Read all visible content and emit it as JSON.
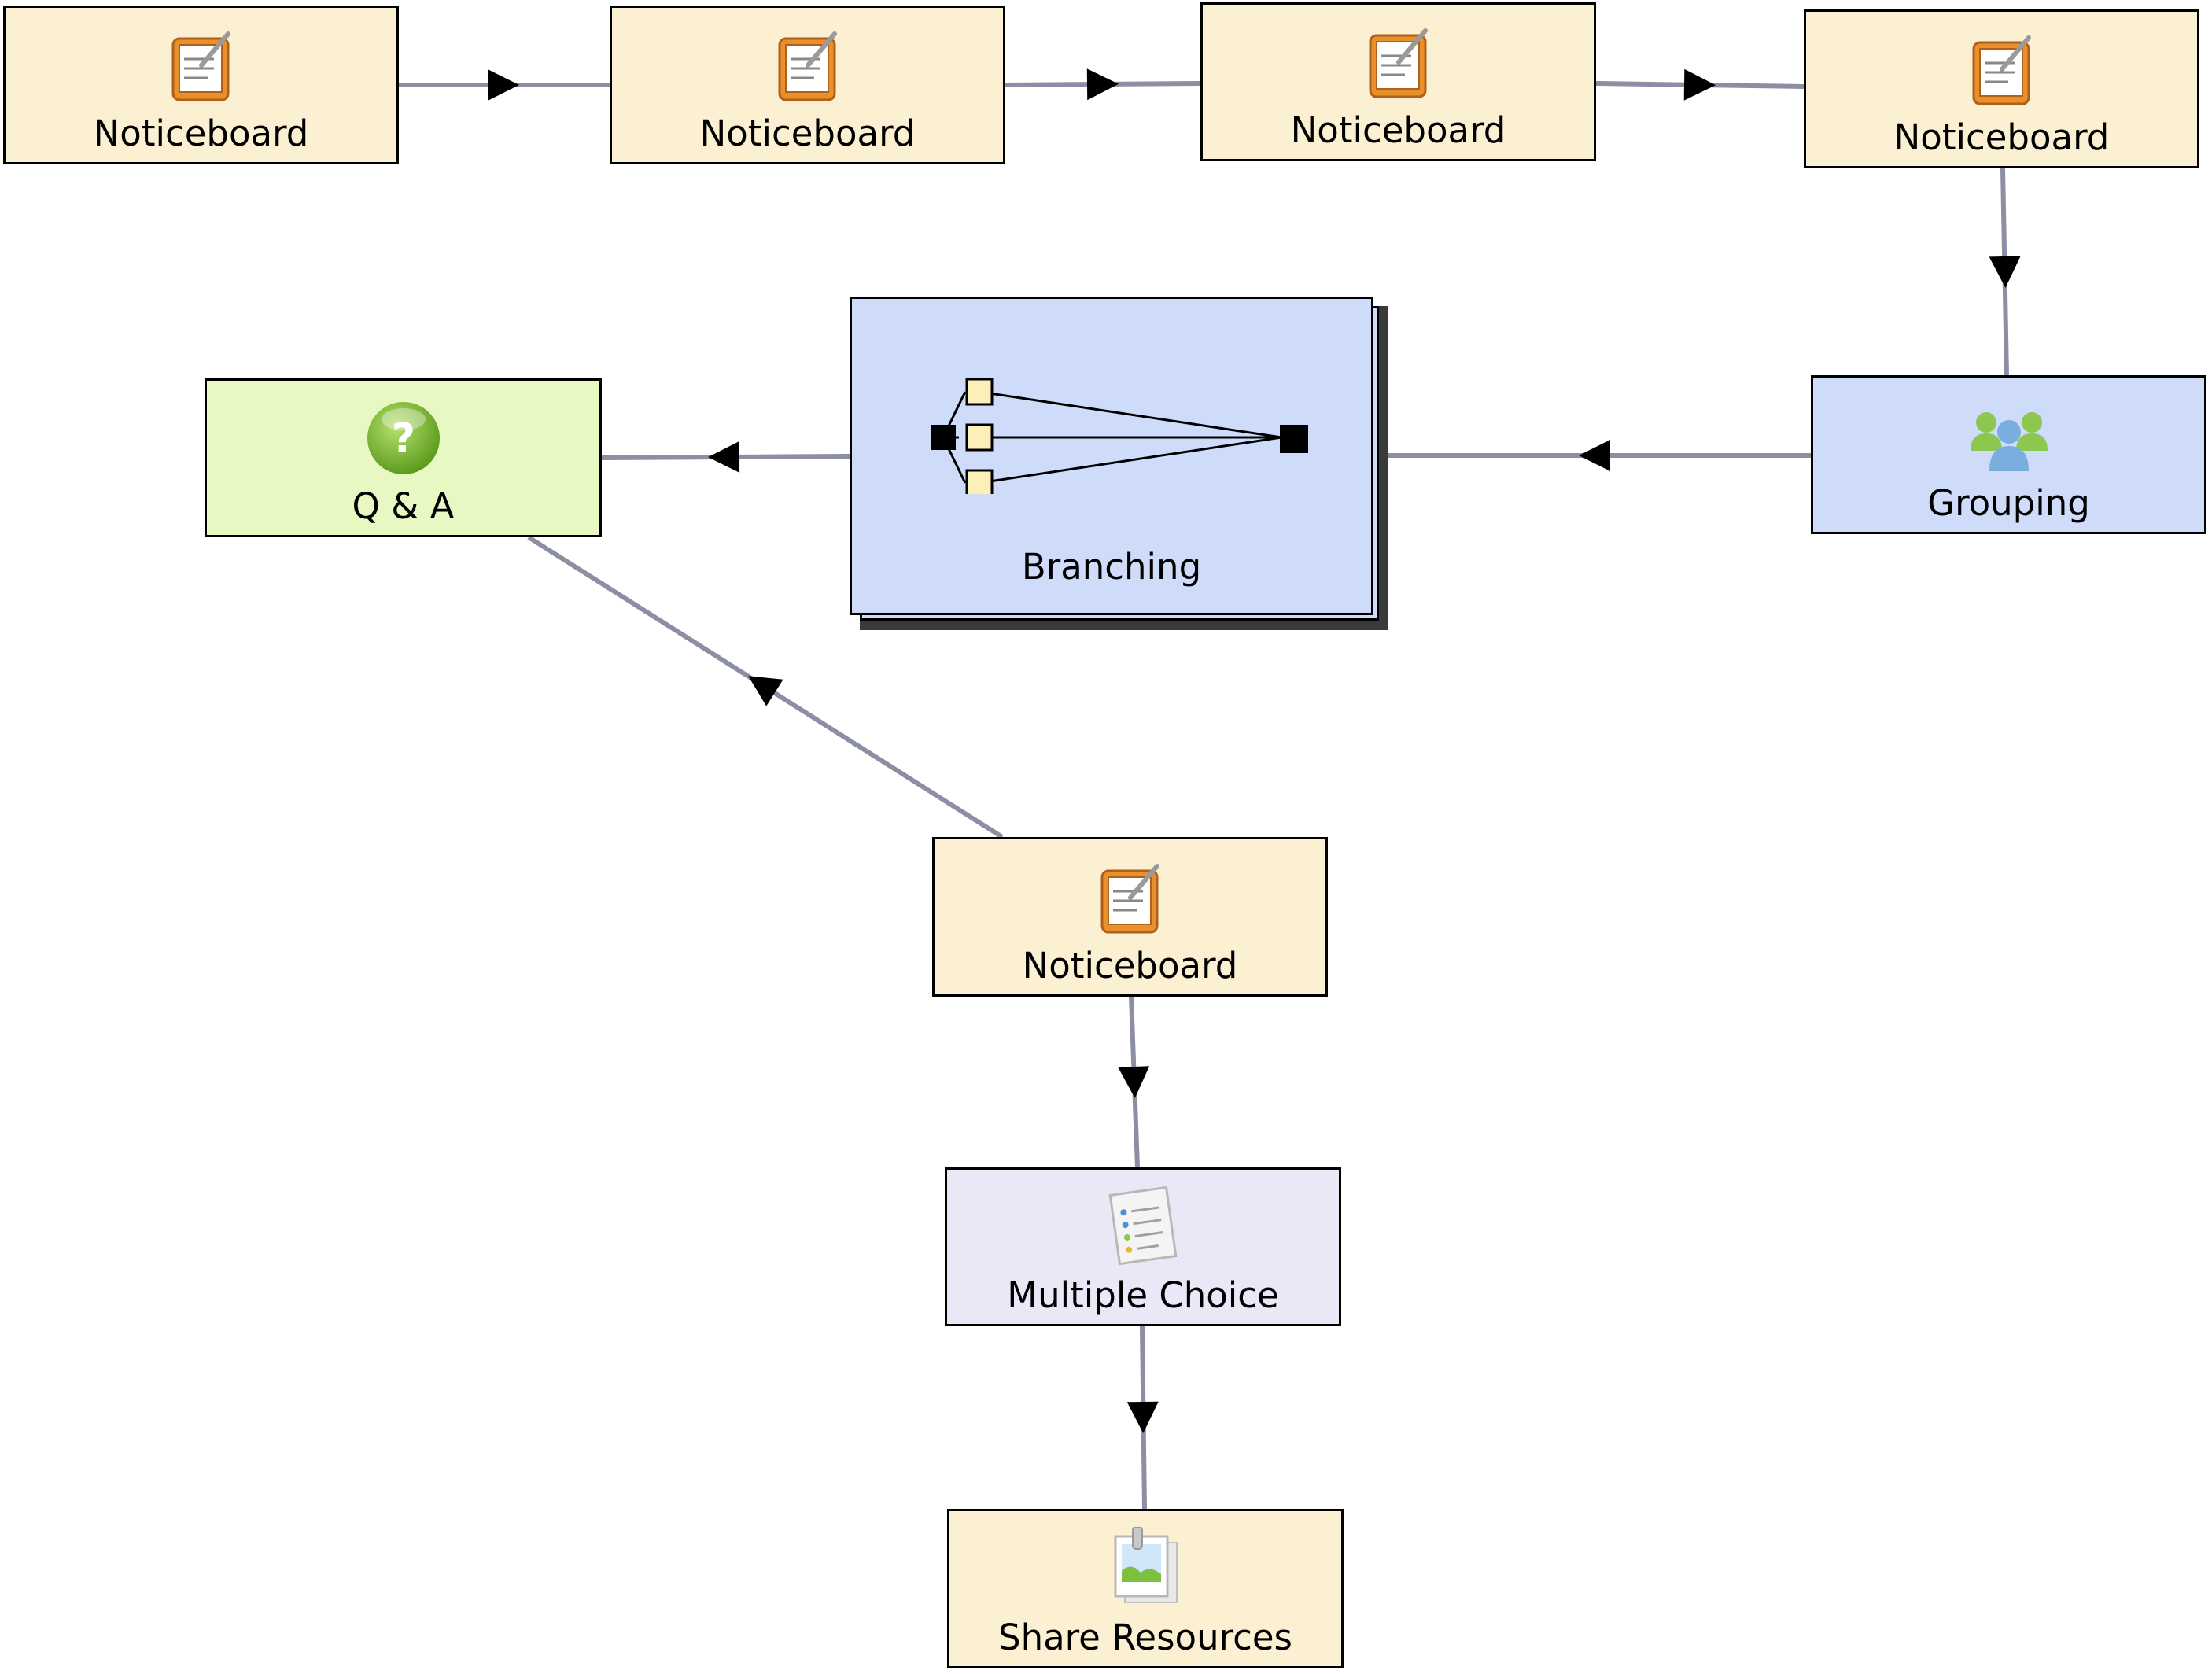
{
  "colors": {
    "noticeboard": "#fcf0d2",
    "qa": "#e8f8c2",
    "branching": "#cedcfa",
    "grouping": "#cedcfa",
    "multiple_choice": "#e8e8f6",
    "share_resources": "#fcf0d2",
    "connector": "#8c8ea4",
    "arrow": "#000000",
    "border": "#000000"
  },
  "nodes": {
    "noticeboard_1": {
      "label": "Noticeboard",
      "icon": "noticeboard-icon"
    },
    "noticeboard_2": {
      "label": "Noticeboard",
      "icon": "noticeboard-icon"
    },
    "noticeboard_3": {
      "label": "Noticeboard",
      "icon": "noticeboard-icon"
    },
    "noticeboard_4": {
      "label": "Noticeboard",
      "icon": "noticeboard-icon"
    },
    "grouping": {
      "label": "Grouping",
      "icon": "grouping-icon"
    },
    "branching": {
      "label": "Branching",
      "icon": "branching-icon"
    },
    "qa": {
      "label": "Q & A",
      "icon": "question-icon"
    },
    "noticeboard_5": {
      "label": "Noticeboard",
      "icon": "noticeboard-icon"
    },
    "multiple_choice": {
      "label": "Multiple Choice",
      "icon": "multiple-choice-icon"
    },
    "share_resources": {
      "label": "Share Resources",
      "icon": "share-resources-icon"
    }
  },
  "connections": [
    {
      "from": "Noticeboard",
      "to": "Noticeboard"
    },
    {
      "from": "Noticeboard",
      "to": "Noticeboard"
    },
    {
      "from": "Noticeboard",
      "to": "Noticeboard"
    },
    {
      "from": "Noticeboard",
      "to": "Grouping"
    },
    {
      "from": "Grouping",
      "to": "Branching"
    },
    {
      "from": "Branching",
      "to": "Q & A"
    },
    {
      "from": "Noticeboard",
      "to": "Q & A"
    },
    {
      "from": "Noticeboard",
      "to": "Multiple Choice"
    },
    {
      "from": "Multiple Choice",
      "to": "Share Resources"
    }
  ]
}
